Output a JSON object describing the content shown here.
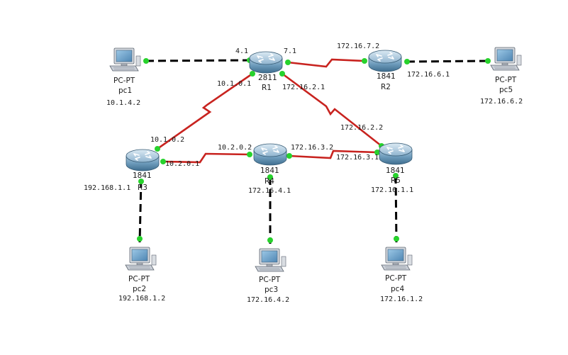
{
  "colors": {
    "serial_link": "#c8231f",
    "ethernet_link": "#000000",
    "port_up": "#27d22c",
    "router_body": "#5b8fae",
    "pc_body": "#c9ced6",
    "pc_screen": "#6fa6cf"
  },
  "routers": [
    {
      "id": "R1",
      "model": "2811",
      "name": "R1"
    },
    {
      "id": "R2",
      "model": "1841",
      "name": "R2"
    },
    {
      "id": "R3",
      "model": "1841",
      "name": "R3"
    },
    {
      "id": "R4",
      "model": "1841",
      "name": "R4"
    },
    {
      "id": "R5",
      "model": "1841",
      "name": "R5"
    }
  ],
  "pcs": [
    {
      "id": "pc1",
      "type": "PC-PT",
      "name": "pc1",
      "ip": "10.1.4.2"
    },
    {
      "id": "pc2",
      "type": "PC-PT",
      "name": "pc2",
      "ip": "192.168.1.2"
    },
    {
      "id": "pc3",
      "type": "PC-PT",
      "name": "pc3",
      "ip": "172.16.4.2"
    },
    {
      "id": "pc4",
      "type": "PC-PT",
      "name": "pc4",
      "ip": "172.16.1.2"
    },
    {
      "id": "pc5",
      "type": "PC-PT",
      "name": "pc5",
      "ip": "172.16.6.2"
    }
  ],
  "links": [
    {
      "id": "pc1-R1",
      "kind": "ethernet"
    },
    {
      "id": "R1-R2",
      "kind": "serial"
    },
    {
      "id": "R2-pc5",
      "kind": "ethernet"
    },
    {
      "id": "R1-R3",
      "kind": "serial"
    },
    {
      "id": "R1-R5",
      "kind": "serial"
    },
    {
      "id": "R3-R4",
      "kind": "serial"
    },
    {
      "id": "R4-R5",
      "kind": "serial"
    },
    {
      "id": "R3-pc2",
      "kind": "ethernet"
    },
    {
      "id": "R4-pc3",
      "kind": "ethernet"
    },
    {
      "id": "R5-pc4",
      "kind": "ethernet"
    }
  ],
  "interface_labels": [
    {
      "id": "r1-fa-pc1",
      "text": "4.1"
    },
    {
      "id": "r1-se-r2",
      "text": "7.1"
    },
    {
      "id": "r2-se-r1",
      "text": "172.16.7.2"
    },
    {
      "id": "r2-fa-pc5",
      "text": "172.16.6.1"
    },
    {
      "id": "r1-se-r3",
      "text": "10.1.0.1"
    },
    {
      "id": "r1-se-r5",
      "text": "172.16.2.1"
    },
    {
      "id": "r3-se-r1",
      "text": "10.1.0.2"
    },
    {
      "id": "r3-se-r4",
      "text": "10.2.0.1"
    },
    {
      "id": "r4-se-r3",
      "text": "10.2.0.2"
    },
    {
      "id": "r4-se-r5",
      "text": "172.16.3.2"
    },
    {
      "id": "r5-se-r4",
      "text": "172.16.3.1"
    },
    {
      "id": "r5-se-r1",
      "text": "172.16.2.2"
    },
    {
      "id": "r3-fa-pc2",
      "text": "192.168.1.1"
    },
    {
      "id": "r4-fa-pc3",
      "text": "172.16.4.1"
    },
    {
      "id": "r5-fa-pc4",
      "text": "172.16.1.1"
    }
  ]
}
